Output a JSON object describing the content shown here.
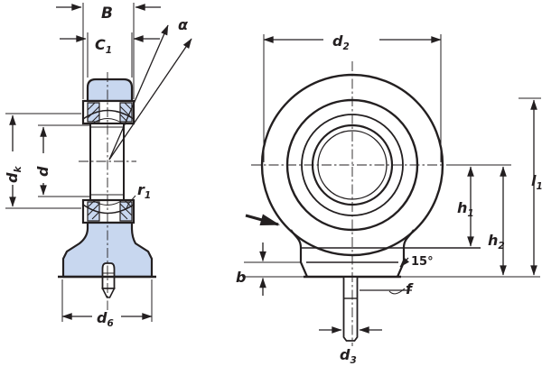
{
  "drawing": {
    "description": "Technical dimension drawing of a spherical plain bearing rod-end / weldable housing, two orthographic views",
    "colors": {
      "line": "#231f20",
      "housing_fill": "#c8d7ef",
      "background": "#ffffff"
    }
  },
  "side_view": {
    "labels": {
      "B": {
        "main": "B"
      },
      "C1": {
        "main": "C",
        "sub": "1"
      },
      "alpha": {
        "main": "α"
      },
      "dk": {
        "main": "d",
        "sub": "k"
      },
      "d": {
        "main": "d"
      },
      "r1": {
        "main": "r",
        "sub": "1"
      },
      "d6": {
        "main": "d",
        "sub": "6"
      }
    }
  },
  "front_view": {
    "labels": {
      "d2": {
        "main": "d",
        "sub": "2"
      },
      "h1": {
        "main": "h",
        "sub": "1"
      },
      "h2": {
        "main": "h",
        "sub": "2"
      },
      "l1": {
        "main": "l",
        "sub": "1"
      },
      "b": {
        "main": "b"
      },
      "chamfer_angle": {
        "main": "15°"
      },
      "f": {
        "main": "f"
      },
      "d3": {
        "main": "d",
        "sub": "3"
      }
    }
  }
}
